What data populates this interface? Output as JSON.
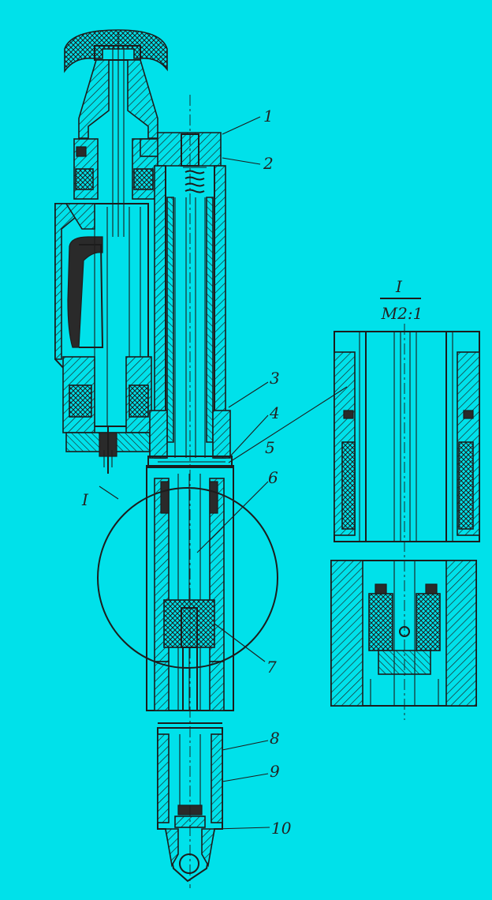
{
  "callouts": [
    "1",
    "2",
    "3",
    "4",
    "5",
    "6",
    "7",
    "8",
    "9",
    "10"
  ],
  "detail": {
    "marker": "I",
    "view_marker": "I",
    "scale": "M2:1"
  }
}
